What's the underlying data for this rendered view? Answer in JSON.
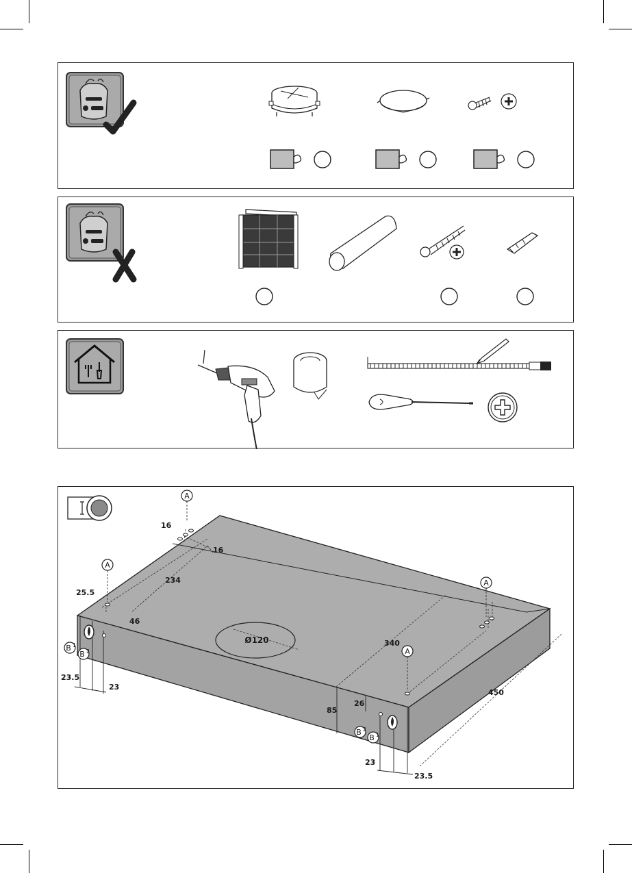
{
  "diagram": {
    "dimensions": {
      "d16_top": "16",
      "d16_side": "16",
      "d234": "234",
      "d25_5": "25.5",
      "d46": "46",
      "d_dia120": "Ø120",
      "d340": "340",
      "d450": "450",
      "d85": "85",
      "d26": "26",
      "d23_5_left": "23.5",
      "d23_left": "23",
      "d23_right": "23",
      "d23_5_right": "23.5"
    },
    "labels": {
      "a": "A",
      "b": "B",
      "sup1": "1",
      "sup2": "2"
    }
  }
}
